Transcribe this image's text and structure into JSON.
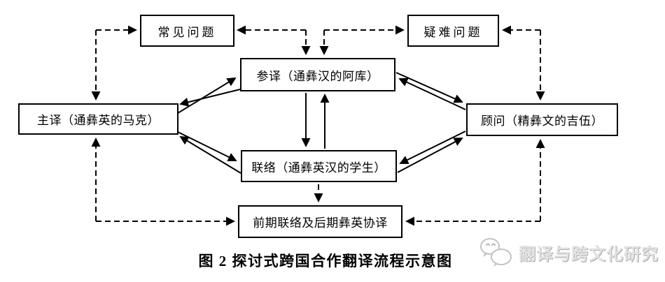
{
  "diagram": {
    "boxes": {
      "common_issues": {
        "label": "常见问题"
      },
      "difficult_issues": {
        "label": "疑难问题"
      },
      "main_translator": {
        "label": "主译（通彝英的马克）"
      },
      "co_translator": {
        "label": "参译（通彝汉的阿库）"
      },
      "liaison": {
        "label": "联络（通彝英汉的学生）"
      },
      "advisor": {
        "label": "顾问（精彝文的吉伍）"
      },
      "final_coordination": {
        "label": "前期联络及后期彝英协译"
      }
    },
    "edges": [
      {
        "from": "main_translator",
        "to": "common_issues",
        "style": "dashed",
        "direction": "both"
      },
      {
        "from": "co_translator",
        "to": "common_issues",
        "style": "dashed",
        "direction": "both"
      },
      {
        "from": "co_translator",
        "to": "difficult_issues",
        "style": "dashed",
        "direction": "both"
      },
      {
        "from": "advisor",
        "to": "difficult_issues",
        "style": "dashed",
        "direction": "both"
      },
      {
        "from": "main_translator",
        "to": "co_translator",
        "style": "solid",
        "direction": "both"
      },
      {
        "from": "main_translator",
        "to": "liaison",
        "style": "solid",
        "direction": "both"
      },
      {
        "from": "co_translator",
        "to": "advisor",
        "style": "solid",
        "direction": "both"
      },
      {
        "from": "liaison",
        "to": "advisor",
        "style": "solid",
        "direction": "both"
      },
      {
        "from": "co_translator",
        "to": "liaison",
        "style": "solid",
        "direction": "both"
      },
      {
        "from": "liaison",
        "to": "final_coordination",
        "style": "dashed",
        "direction": "one-way"
      },
      {
        "from": "main_translator",
        "to": "final_coordination",
        "style": "dashed",
        "direction": "both"
      },
      {
        "from": "advisor",
        "to": "final_coordination",
        "style": "dashed",
        "direction": "both"
      }
    ],
    "caption": "图 2 探讨式跨国合作翻译流程示意图",
    "watermark": {
      "icon": "wechat-icon",
      "text": "翻译与跨文化研究"
    },
    "colors": {
      "line": "#000000",
      "box_border": "#000000",
      "background": "#ffffff",
      "watermark_text": "#e3e3e3"
    }
  }
}
